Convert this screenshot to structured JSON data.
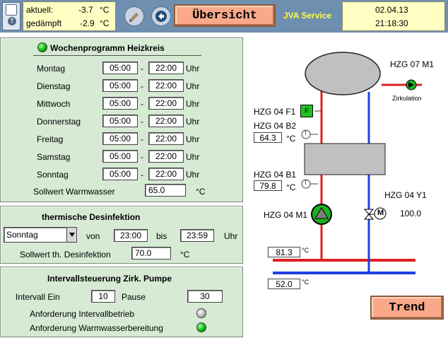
{
  "header": {
    "aktuell_label": "aktuell:",
    "aktuell_value": "-3.7",
    "aktuell_unit": "°C",
    "gedaempft_label": "gedämpft",
    "gedaempft_value": "-2.9",
    "gedaempft_unit": "°C",
    "overview_label": "Übersicht",
    "service_label": "JVA Service",
    "date": "02.04.13",
    "time": "21:18:30"
  },
  "week": {
    "title": "Wochenprogramm Heizkreis",
    "dash": "-",
    "unit": "Uhr",
    "days": [
      {
        "day": "Montag",
        "from": "05:00",
        "to": "22:00"
      },
      {
        "day": "Dienstag",
        "from": "05:00",
        "to": "22:00"
      },
      {
        "day": "Mittwoch",
        "from": "05:00",
        "to": "22:00"
      },
      {
        "day": "Donnerstag",
        "from": "05:00",
        "to": "22:00"
      },
      {
        "day": "Freitag",
        "from": "05:00",
        "to": "22:00"
      },
      {
        "day": "Samstag",
        "from": "05:00",
        "to": "22:00"
      },
      {
        "day": "Sonntag",
        "from": "05:00",
        "to": "22:00"
      }
    ],
    "setpoint_label": "Sollwert Warmwasser",
    "setpoint_value": "65.0",
    "setpoint_unit": "°C"
  },
  "disinfection": {
    "title": "thermische Desinfektion",
    "day": "Sonntag",
    "from_label": "von",
    "from": "23:00",
    "to_label": "bis",
    "to": "23:59",
    "unit": "Uhr",
    "setpoint_label": "Sollwert th. Desinfektion",
    "setpoint_value": "70.0",
    "setpoint_unit": "°C"
  },
  "interval": {
    "title": "Intervallsteuerung Zirk. Pumpe",
    "on_label": "Intervall Ein",
    "on_value": "10",
    "pause_label": "Pause",
    "pause_value": "30",
    "req_interval_label": "Anforderung Intervallbetrieb",
    "req_ww_label": "Anforderung Warmwasserbereitung"
  },
  "schema": {
    "hzg07m1": "HZG 07 M1",
    "zirkulation": "Zirkulation",
    "hzg04f1": "HZG 04 F1",
    "f_label": "F",
    "hzg04b2": "HZG 04 B2",
    "b2_value": "64.3",
    "b2_unit": "°C",
    "hzg04b1": "HZG 04 B1",
    "b1_value": "79.8",
    "b1_unit": "°C",
    "t_label": "T",
    "hzg04y1": "HZG 04 Y1",
    "y1_value": "100.0",
    "m_label": "M",
    "hzg04m1": "HZG 04 M1",
    "flow_value": "81.3",
    "flow_unit": "°C",
    "return_value": "52.0",
    "return_unit": "°C",
    "trend_label": "Trend"
  },
  "colors": {
    "header_bg": "#6f8fb0",
    "panel_bg": "#d6ead4",
    "button_bg": "#f9a98a",
    "pipe_hot": "#e02020",
    "pipe_cold": "#2040e0",
    "service_text": "#ffff40"
  }
}
